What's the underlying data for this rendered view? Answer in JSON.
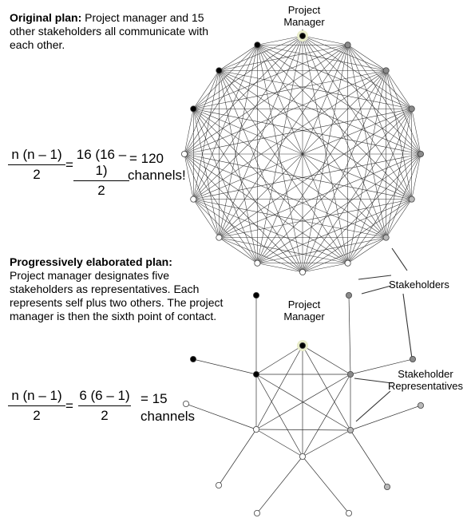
{
  "original": {
    "title": "Original plan:",
    "desc": " Project manager and 15 other stakeholders all communicate with each other.",
    "formula_num_left": "n (n – 1)",
    "formula_den_left": "2",
    "equals1": "=",
    "formula_num_right": "16 (16 – 1)",
    "formula_den_right": "2",
    "result": "= 120",
    "result_word": "channels!"
  },
  "elaborated": {
    "title": "Progressively elaborated plan:",
    "desc": "Project manager designates five stakeholders as representatives. Each represents self plus two others. The project manager is then the sixth point of contact.",
    "formula_num_left": "n (n – 1)",
    "formula_den_left": "2",
    "equals1": "=",
    "formula_num_right": "6 (6 – 1)",
    "formula_den_right": "2",
    "result": "= 15",
    "result_word": "channels"
  },
  "labels": {
    "pm_top": "Project Manager",
    "pm_bottom": "Project Manager",
    "stakeholders": "Stakeholders",
    "representatives": "Stakeholder Representatives"
  },
  "graph1": {
    "nodes": 16,
    "channels": 120
  },
  "graph2": {
    "core_nodes": 6,
    "channels": 15,
    "outer_nodes": 10
  },
  "colors": {
    "black": "#000000",
    "dark_gray": "#555555",
    "mid_gray": "#8a8a8a",
    "light_gray": "#b9b9b9",
    "white": "#ffffff",
    "pm_halo": "#e8ecc8"
  }
}
